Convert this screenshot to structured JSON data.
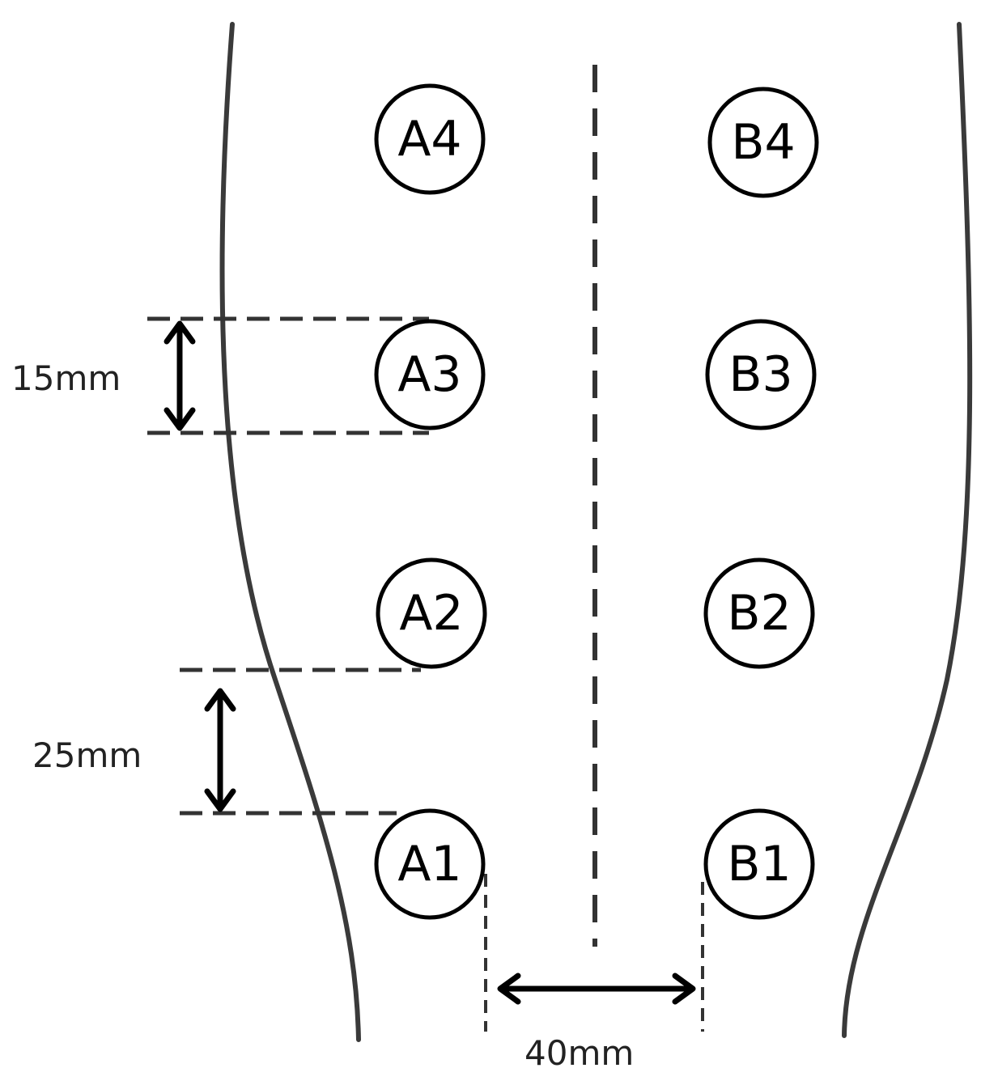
{
  "electrodes": {
    "A4": "A4",
    "A3": "A3",
    "A2": "A2",
    "A1": "A1",
    "B4": "B4",
    "B3": "B3",
    "B2": "B2",
    "B1": "B1"
  },
  "dimensions": {
    "vertical_spacing": "15mm",
    "bottom_offset": "25mm",
    "horizontal_spacing": "40mm"
  }
}
